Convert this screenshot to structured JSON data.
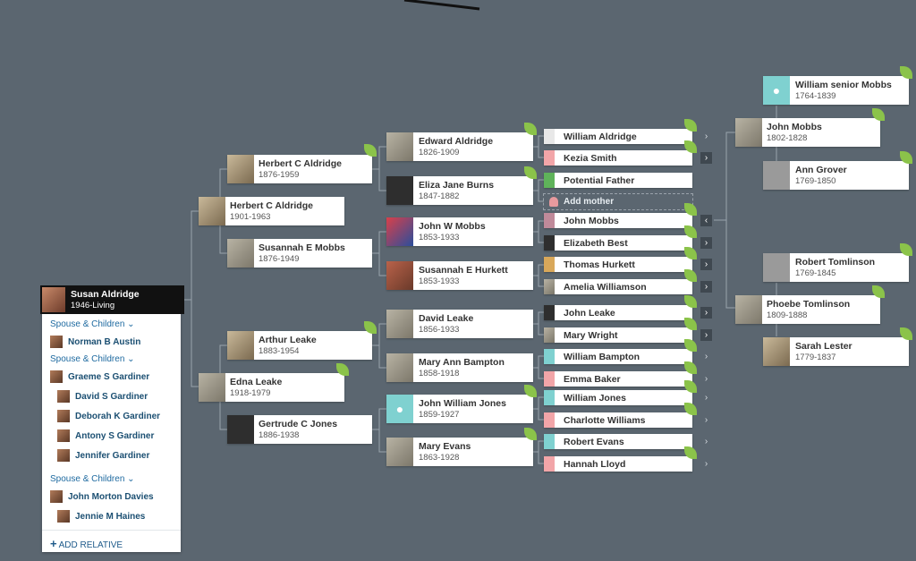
{
  "root": {
    "name": "Susan Aldridge",
    "dates": "1946-Living"
  },
  "panel": {
    "groups": [
      {
        "label": "Spouse & Children ⌄",
        "people": [
          "Norman B Austin"
        ]
      },
      {
        "label": "Spouse & Children ⌄",
        "people": [
          "Graeme S Gardiner",
          "David S Gardiner",
          "Deborah K Gardiner",
          "Antony S Gardiner",
          "Jennifer Gardiner"
        ]
      },
      {
        "label": "Spouse & Children ⌄",
        "people": [
          "John Morton Davies",
          "Jennie M Haines"
        ]
      }
    ],
    "add_relative": "ADD RELATIVE"
  },
  "gen1": [
    {
      "name": "Herbert C Aldridge",
      "dates": "1901-1963"
    },
    {
      "name": "Edna Leake",
      "dates": "1918-1979"
    }
  ],
  "gen2": [
    {
      "name": "Herbert C Aldridge",
      "dates": "1876-1959"
    },
    {
      "name": "Susannah E Mobbs",
      "dates": "1876-1949"
    },
    {
      "name": "Arthur Leake",
      "dates": "1883-1954"
    },
    {
      "name": "Gertrude C Jones",
      "dates": "1886-1938"
    }
  ],
  "gen3": [
    {
      "name": "Edward Aldridge",
      "dates": "1826-1909"
    },
    {
      "name": "Eliza Jane Burns",
      "dates": "1847-1882"
    },
    {
      "name": "John W Mobbs",
      "dates": "1853-1933"
    },
    {
      "name": "Susannah E Hurkett",
      "dates": "1853-1933"
    },
    {
      "name": "David Leake",
      "dates": "1856-1933"
    },
    {
      "name": "Mary Ann Bampton",
      "dates": "1858-1918"
    },
    {
      "name": "John William Jones",
      "dates": "1859-1927"
    },
    {
      "name": "Mary Evans",
      "dates": "1863-1928"
    }
  ],
  "gen4": [
    "William Aldridge",
    "Kezia Smith",
    "Potential Father",
    "Add mother",
    "John Mobbs",
    "Elizabeth Best",
    "Thomas Hurkett",
    "Amelia Williamson",
    "John Leake",
    "Mary Wright",
    "William Bampton",
    "Emma Baker",
    "William Jones",
    "Charlotte Williams",
    "Robert Evans",
    "Hannah Lloyd"
  ],
  "gen5": [
    {
      "name": "William senior Mobbs",
      "dates": "1764-1839"
    },
    {
      "name": "John Mobbs",
      "dates": "1802-1828"
    },
    {
      "name": "Ann Grover",
      "dates": "1769-1850"
    },
    {
      "name": "Robert Tomlinson",
      "dates": "1769-1845"
    },
    {
      "name": "Phoebe Tomlinson",
      "dates": "1809-1888"
    },
    {
      "name": "Sarah Lester",
      "dates": "1779-1837"
    }
  ],
  "colors": {
    "background": "#5b6670",
    "accent_leaf": "#8bc34a",
    "link": "#1b4f72"
  }
}
